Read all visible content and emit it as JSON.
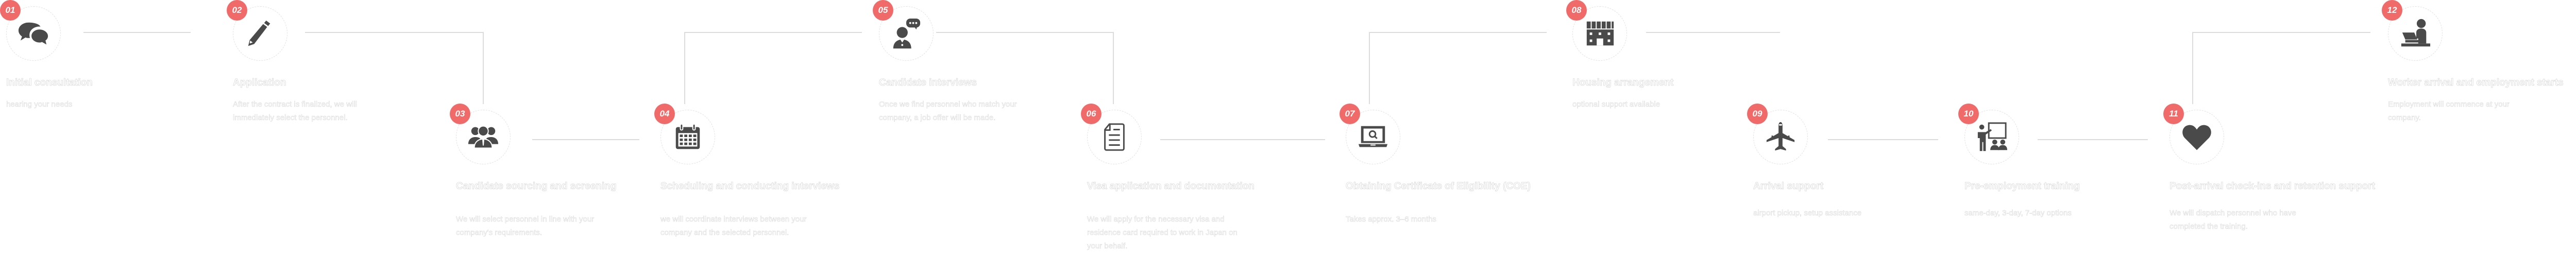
{
  "diagram": {
    "type": "process-flow",
    "badge_color": "#f06a6a",
    "icon_color": "#4a4a4a",
    "connector_color": "#dcdcdc",
    "steps": [
      {
        "number": "01",
        "icon": "chat-bubbles-icon",
        "title": "Initial consultation",
        "description": "hearing your needs"
      },
      {
        "number": "02",
        "icon": "pencil-icon",
        "title": "Application",
        "description": "After the contract is finalized, we will immediately select the personnel."
      },
      {
        "number": "03",
        "icon": "group-people-icon",
        "title": "Candidate sourcing and screening",
        "description": "We will select personnel in line with your company's requirements."
      },
      {
        "number": "04",
        "icon": "calendar-icon",
        "title": "Scheduling and conducting interviews",
        "description": "we will coordinate interviews between your company and the selected personnel."
      },
      {
        "number": "05",
        "icon": "person-speech-icon",
        "title": "Candidate interviews",
        "description": "Once we find personnel who match your company, a job offer will be made."
      },
      {
        "number": "06",
        "icon": "document-icon",
        "title": "Visa application and documentation",
        "description": "We will apply for the necessary visa and residence card required to work in Japan on your behalf."
      },
      {
        "number": "07",
        "icon": "laptop-search-icon",
        "title": "Obtaining Certificate of Eligibility (COE)",
        "description": "Takes approx. 3–6 months"
      },
      {
        "number": "08",
        "icon": "building-icon",
        "title": "Housing arrangement",
        "description": "optional support available"
      },
      {
        "number": "09",
        "icon": "airplane-icon",
        "title": "Arrival support",
        "description": "airport pickup, setup assistance"
      },
      {
        "number": "10",
        "icon": "teacher-training-icon",
        "title": "Pre-employment training",
        "description": "same-day, 3-day, 7-day options"
      },
      {
        "number": "11",
        "icon": "heart-icon",
        "title": "Post-arrival check-ins and retention support",
        "description": "We will dispatch personnel who have completed the training."
      },
      {
        "number": "12",
        "icon": "person-laptop-icon",
        "title": "Worker arrival and employment starts",
        "description": "Employment will commence at your company."
      }
    ]
  }
}
